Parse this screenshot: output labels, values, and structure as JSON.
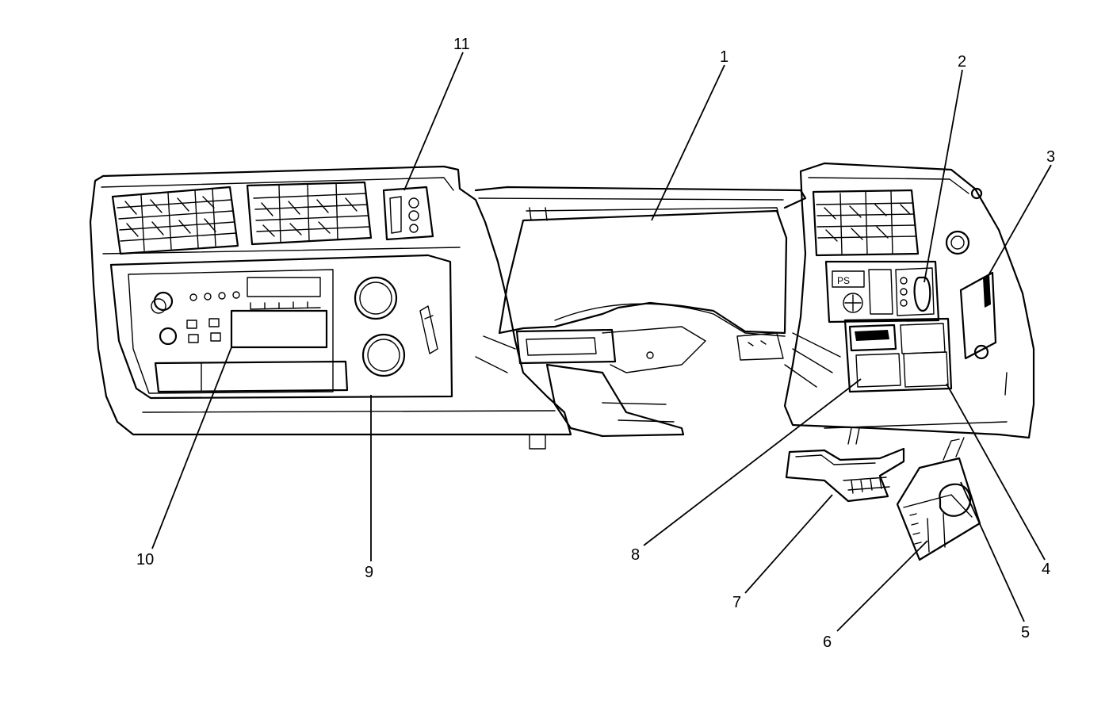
{
  "callouts": [
    {
      "id": "1",
      "label": "1"
    },
    {
      "id": "2",
      "label": "2"
    },
    {
      "id": "3",
      "label": "3"
    },
    {
      "id": "4",
      "label": "4"
    },
    {
      "id": "5",
      "label": "5"
    },
    {
      "id": "6",
      "label": "6"
    },
    {
      "id": "7",
      "label": "7"
    },
    {
      "id": "8",
      "label": "8"
    },
    {
      "id": "9",
      "label": "9"
    },
    {
      "id": "10",
      "label": "10"
    },
    {
      "id": "11",
      "label": "11"
    }
  ],
  "indicators": {
    "ps": "PS"
  }
}
